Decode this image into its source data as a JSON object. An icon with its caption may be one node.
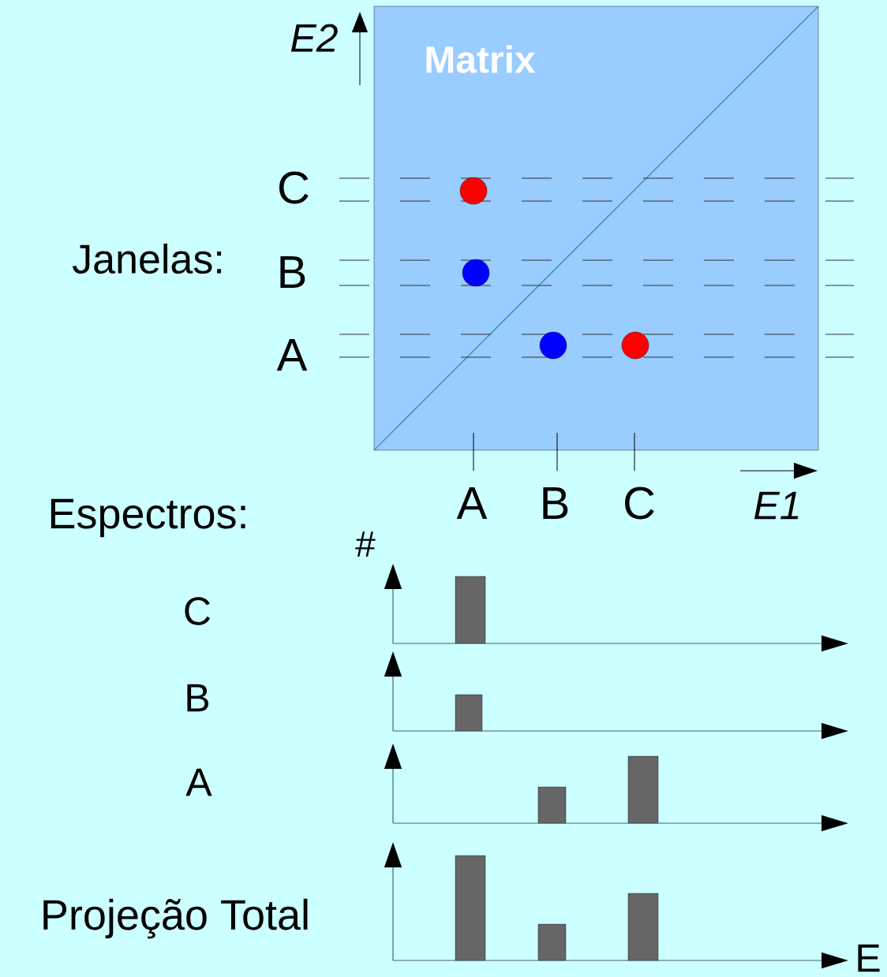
{
  "diagram": {
    "nodes": [
      {
        "text": [
          "Matrix"
        ]
      }
    ],
    "labels": [
      "E2",
      "C",
      "Janelas:",
      "B",
      "A",
      "A",
      "B",
      "C",
      "E1",
      "Espectros:",
      "#",
      "C",
      "B",
      "A",
      "Projeção Total",
      "E"
    ]
  }
}
